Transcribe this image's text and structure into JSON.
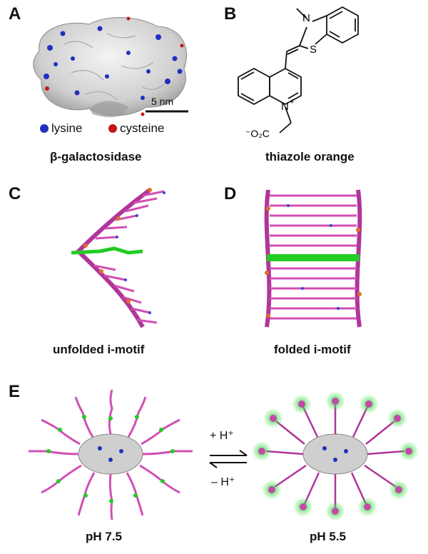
{
  "panels": {
    "a": {
      "letter": "A",
      "caption": "β-galactosidase",
      "scale": "5 nm",
      "legend": [
        {
          "label": "lysine",
          "color": "#1f2fbf"
        },
        {
          "label": "cysteine",
          "color": "#c41717"
        }
      ]
    },
    "b": {
      "letter": "B",
      "caption": "thiazole orange",
      "atoms": {
        "n_methyl": "N",
        "s": "S",
        "n_ring": "N",
        "charge": "+",
        "carboxylate": "⁻O₂C"
      }
    },
    "c": {
      "letter": "C",
      "caption": "unfolded i-motif"
    },
    "d": {
      "letter": "D",
      "caption": "folded i-motif"
    },
    "e": {
      "letter": "E",
      "left_caption": "pH 7.5",
      "right_caption": "pH 5.5",
      "forward": "+ H⁺",
      "reverse": "– H⁺"
    }
  },
  "colors": {
    "protein": "#d9d9d9",
    "dna": "#d24fb4",
    "dye": "#22cc22",
    "glow": "#3fdc4a",
    "phosphate": "#e07020"
  }
}
